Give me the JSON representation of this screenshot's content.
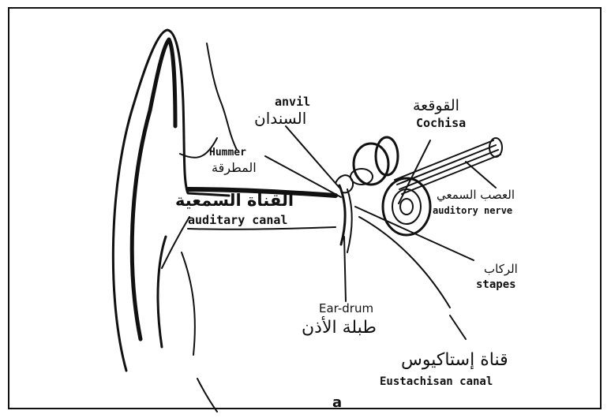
{
  "labels": {
    "anvil_en": "anvil",
    "anvil_ar": "السندان",
    "cochlea_ar": "القوقعة",
    "cochlea_en": "Cochisa",
    "hammer_en": "Hummer",
    "hammer_ar": "المطرقة",
    "auditory_canal_ar": "القناة السمعية",
    "auditory_canal_en": "auditary canal",
    "auditory_nerve_ar": "العصب السمعي",
    "auditory_nerve_en": "auditory nerve",
    "stapes_ar": "الركاب",
    "stapes_en": "stapes",
    "eardrum_en": "Ear-drum",
    "eardrum_ar": "طبلة الأذن",
    "eustachian_ar": "قناة إستاكيوس",
    "eustachian_en": "Eustachisan canal",
    "figure_label": "a"
  }
}
